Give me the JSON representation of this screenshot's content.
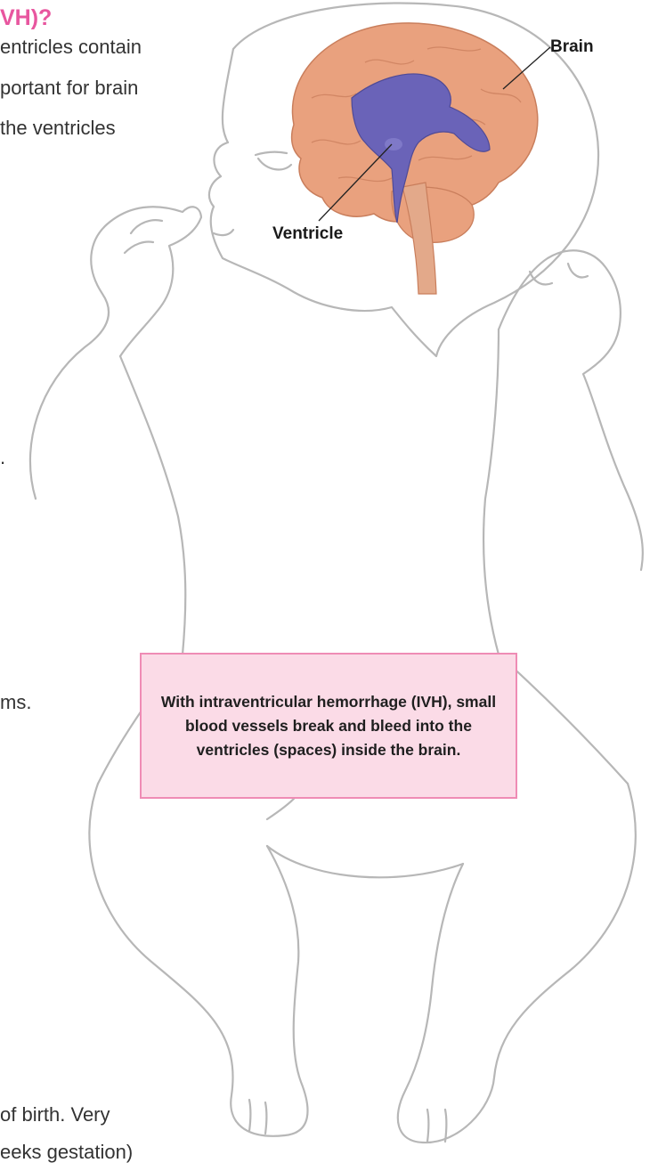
{
  "heading_fragment": "VH)?",
  "body_fragments": [
    "entricles contain",
    "portant for brain",
    "the ventricles",
    ".",
    "ms.",
    " of birth. Very",
    "eeks gestation)"
  ],
  "labels": {
    "brain": "Brain",
    "ventricle": "Ventricle"
  },
  "callout": {
    "text": "With intraventricular hemorrhage (IVH), small blood vessels break and bleed into the ventricles (spaces) inside the brain."
  },
  "colors": {
    "heading": "#e8569f",
    "callout_fill": "#fbdbe7",
    "callout_border": "#ef8cb5",
    "brain": "#e9a17e",
    "ventricle": "#6a63b8",
    "outline": "#b7b7b7"
  }
}
